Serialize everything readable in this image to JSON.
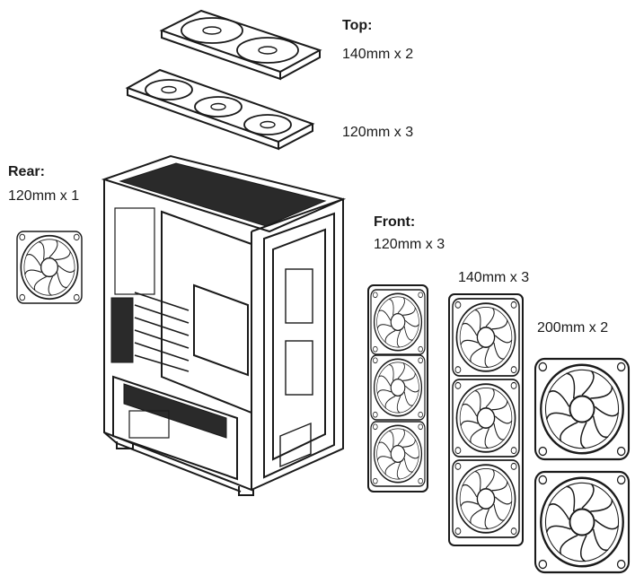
{
  "labels": {
    "top": {
      "heading": "Top:",
      "line1": "140mm x 2",
      "line2": "120mm x 3"
    },
    "rear": {
      "heading": "Rear:",
      "line1": "120mm x 1"
    },
    "front": {
      "heading": "Front:",
      "line1": "120mm x 3"
    },
    "front_140": "140mm x 3",
    "front_200": "200mm x 2"
  },
  "colors": {
    "stroke": "#1a1a1a",
    "fill": "#ffffff",
    "shade": "#3a3a3a"
  },
  "icons": [
    "fan-icon",
    "pc-case-icon"
  ]
}
